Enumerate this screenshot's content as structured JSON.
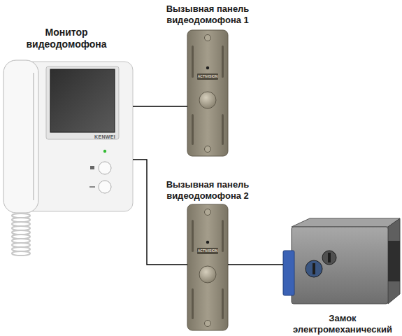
{
  "diagram": {
    "nodes": [
      {
        "text": [
          "Монитор видеодомофона",
          "KENWEI"
        ]
      },
      {
        "text": [
          "Вызывная панель видеодомофона 1",
          "ACTIVISION"
        ]
      },
      {
        "text": [
          "Вызывная панель видеодомофона 2",
          "ACTIVISION"
        ]
      },
      {
        "text": [
          "Замок электромеханический"
        ]
      }
    ],
    "edges": [
      {
        "from": 0,
        "to": 1,
        "arrow": "none"
      },
      {
        "from": 0,
        "to": 2,
        "arrow": "none"
      },
      {
        "from": 2,
        "to": 3,
        "arrow": "none"
      }
    ]
  }
}
